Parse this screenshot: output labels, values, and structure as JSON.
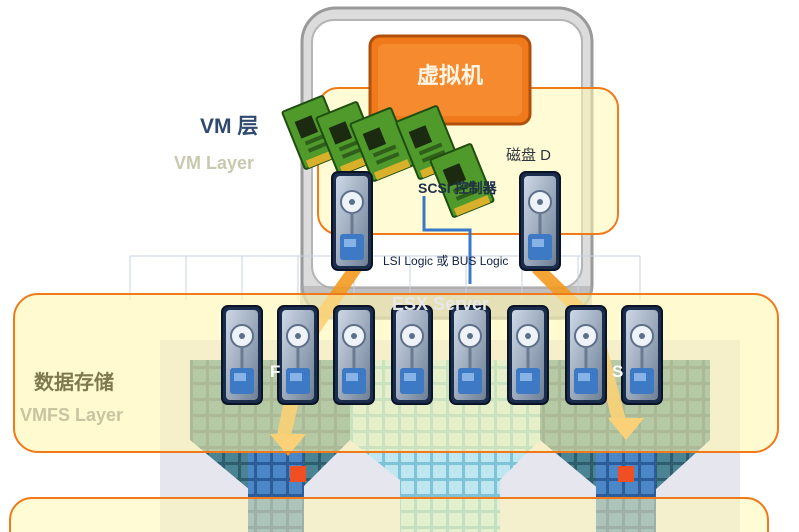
{
  "labels": {
    "vm_layer_zh": "VM 层",
    "vm_layer_en": "VM Layer",
    "vm_box": "虚拟机",
    "disk_d": "磁盘 D",
    "scsi_controller": "SCSI 控制器",
    "lsi_bus": "LSI Logic 或 BUS Logic",
    "esx_server": "ESX Server",
    "storage_zh": "数据存储",
    "vmfs_layer_en": "VMFS Layer",
    "hidden_f": "F",
    "hidden_s": "S"
  },
  "colors": {
    "highlight_fill": "#fff7b0",
    "highlight_stroke": "#f07a1a",
    "vm_box": "#f07a1a",
    "server_frame": "#8c8c8c",
    "arrow": "#f39a1e",
    "lun_block": "#f04e23",
    "grid_dark": "#3d6f7f",
    "grid_light": "#9fd7e6",
    "grid_blue": "#3a6fb0"
  }
}
